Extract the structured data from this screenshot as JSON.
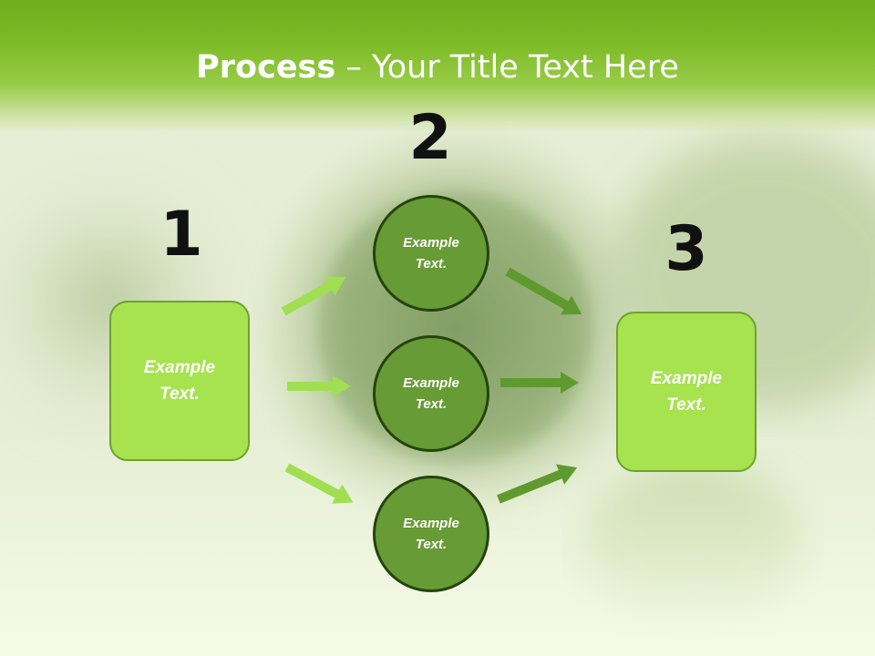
{
  "title": {
    "bold": "Process",
    "rest": " – Your Title Text Here"
  },
  "steps": [
    {
      "number": "1",
      "text": "Example\nText."
    },
    {
      "number": "2",
      "circles": [
        {
          "text": "Example\nText."
        },
        {
          "text": "Example\nText."
        },
        {
          "text": "Example\nText."
        }
      ]
    },
    {
      "number": "3",
      "text": "Example\nText."
    }
  ],
  "colors": {
    "title_band": "#7ebc28",
    "box_fill": "#a6e34f",
    "circle_fill": "#679b35",
    "circle_border": "#24430d",
    "arrow_light": "#a0df52",
    "arrow_dark": "#5f9a30"
  }
}
